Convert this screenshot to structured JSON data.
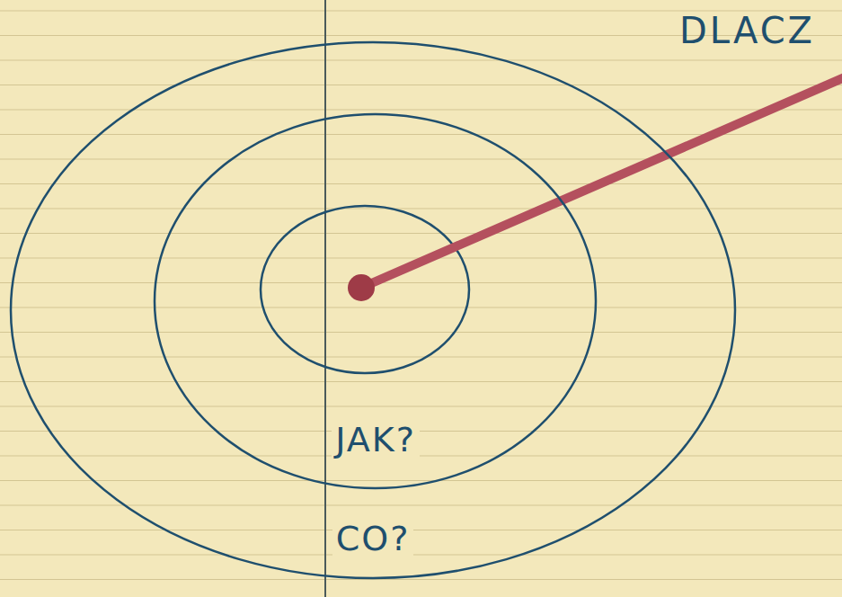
{
  "diagram": {
    "nodes": [
      {
        "text": [
          "CO?"
        ]
      },
      {
        "text": [
          "JAK?"
        ],
        "in": 0
      }
    ],
    "labels": [
      "DLACZ"
    ]
  }
}
